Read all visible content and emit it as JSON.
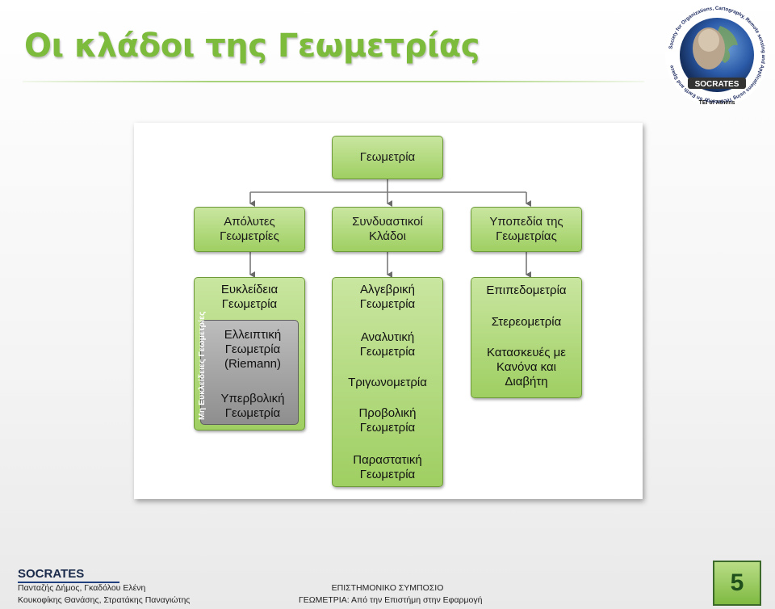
{
  "title": "Οι κλάδοι της Γεωμετρίας",
  "logo": {
    "ring_text": "Society for Organizations, Cartography, Remote sensing and Applications using Technology on Earth and Space",
    "badge": "SOCRATES",
    "subtitle": "TEI of Athens"
  },
  "diagram": {
    "root": "Γεωμετρία",
    "level2": [
      "Απόλυτες\nΓεωμετρίες",
      "Συνδυαστικοί\nΚλάδοι",
      "Υποπεδία της\nΓεωμετρίας"
    ],
    "col1_top": "Ευκλείδεια\nΓεωμετρία",
    "col1_vertical_label": "Μη Ευκλείδειες Γεωμετρίες",
    "col1_inner": [
      "Ελλειπτική\nΓεωμετρία\n(Riemann)",
      "Υπερβολική\nΓεωμετρία"
    ],
    "col2_box": [
      "Αλγεβρική\nΓεωμετρία",
      "Αναλυτική\nΓεωμετρία",
      "Τριγωνομετρία",
      "Προβολική\nΓεωμετρία",
      "Παραστατική\nΓεωμετρία"
    ],
    "col3_box": [
      "Επιπεδομετρία",
      "Στερεομετρία",
      "Κατασκευές με\nΚανόνα και\nΔιαβήτη"
    ]
  },
  "footer": {
    "brand": "SOCRATES",
    "authors_line1": "Πανταζής Δήμος, Γκαδόλου Ελένη",
    "authors_line2": "Κουκοφίκης Θανάσης, Στρατάκης Παναγιώτης",
    "event_line1": "ΕΠΙΣΤΗΜΟΝΙΚΟ ΣΥΜΠΟΣΙΟ",
    "event_line2": "ΓΕΩΜΕΤΡΙΑ: Από την Επιστήμη στην Εφαρμογή",
    "page_number": "5"
  }
}
